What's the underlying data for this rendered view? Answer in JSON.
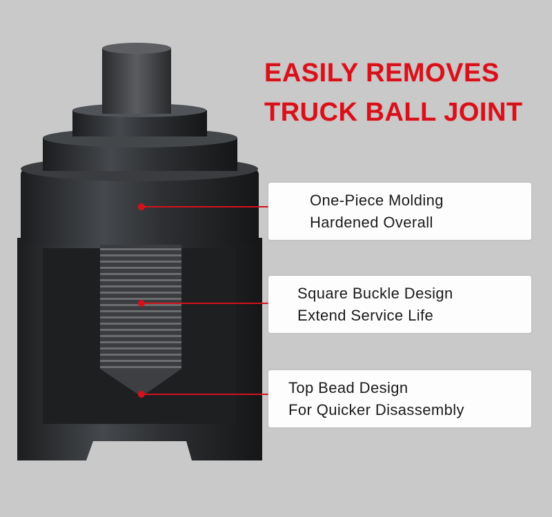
{
  "headline": {
    "line1": "EASILY REMOVES",
    "line2": "TRUCK BALL JOINT"
  },
  "callouts": [
    {
      "line1": "One-Piece Molding",
      "line2": "Hardened Overall"
    },
    {
      "line1": "Square Buckle Design",
      "line2": "Extend Service Life"
    },
    {
      "line1": "Top Bead Design",
      "line2": "For Quicker Disassembly"
    }
  ],
  "colors": {
    "accent": "#d5121c",
    "background": "#c9c9c9",
    "tool": "#2b2d30"
  }
}
